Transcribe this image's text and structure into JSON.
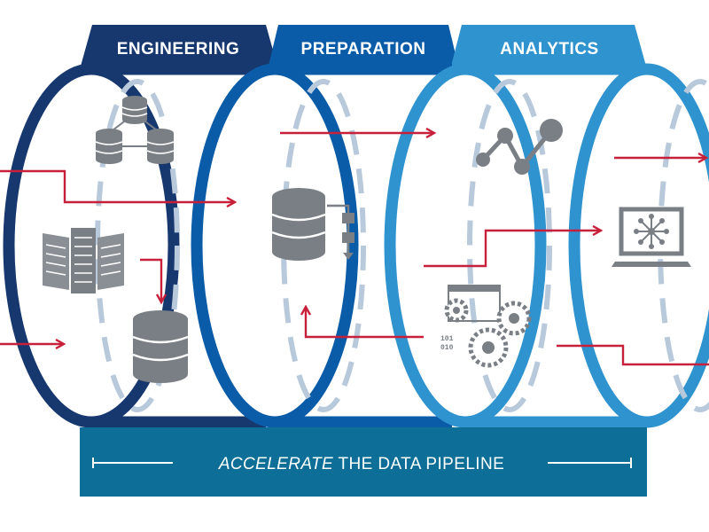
{
  "colors": {
    "engineering": "#17386f",
    "preparation": "#0a5ba8",
    "analytics": "#2e93cf",
    "banner": "#0d6f97",
    "arrow": "#c8203a",
    "icon": "#7a7f85",
    "dash": "#b8c9dc"
  },
  "tabs": [
    {
      "label": "ENGINEERING"
    },
    {
      "label": "PREPARATION"
    },
    {
      "label": "ANALYTICS"
    }
  ],
  "banner": {
    "emphasis": "ACCELERATE",
    "rest": " THE DATA PIPELINE"
  },
  "icons": {
    "engineering": [
      "database-cluster-icon",
      "server-rack-icon",
      "database-icon"
    ],
    "preparation": [
      "database-process-icon"
    ],
    "analytics": [
      "network-graph-icon",
      "gears-code-icon"
    ],
    "output": [
      "laptop-network-icon"
    ]
  }
}
